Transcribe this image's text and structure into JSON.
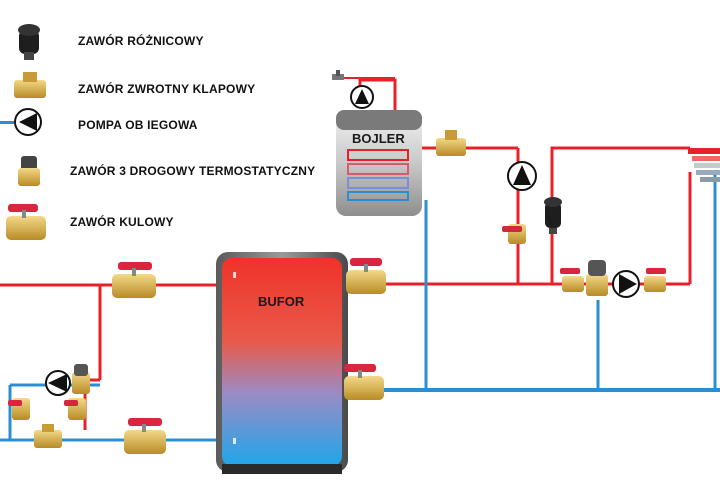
{
  "legend": {
    "differential_valve": "ZAWÓR RÓŻNICOWY",
    "check_valve": "ZAWÓR ZWROTNY KLAPOWY",
    "circulation_pump": "POMPA OB IEGOWA",
    "three_way_valve": "ZAWÓR  3 DROGOWY TERMOSTATYCZNY",
    "ball_valve": "ZAWÓR KULOWY"
  },
  "tanks": {
    "boiler_label": "BOJLER",
    "buffer_label": "BUFOR"
  },
  "colors": {
    "hot_pipe": "#e8202a",
    "cold_pipe": "#2a8fd0",
    "valve_red": "#d7263d",
    "brass": "#d9b24a",
    "pump_black": "#111111"
  }
}
